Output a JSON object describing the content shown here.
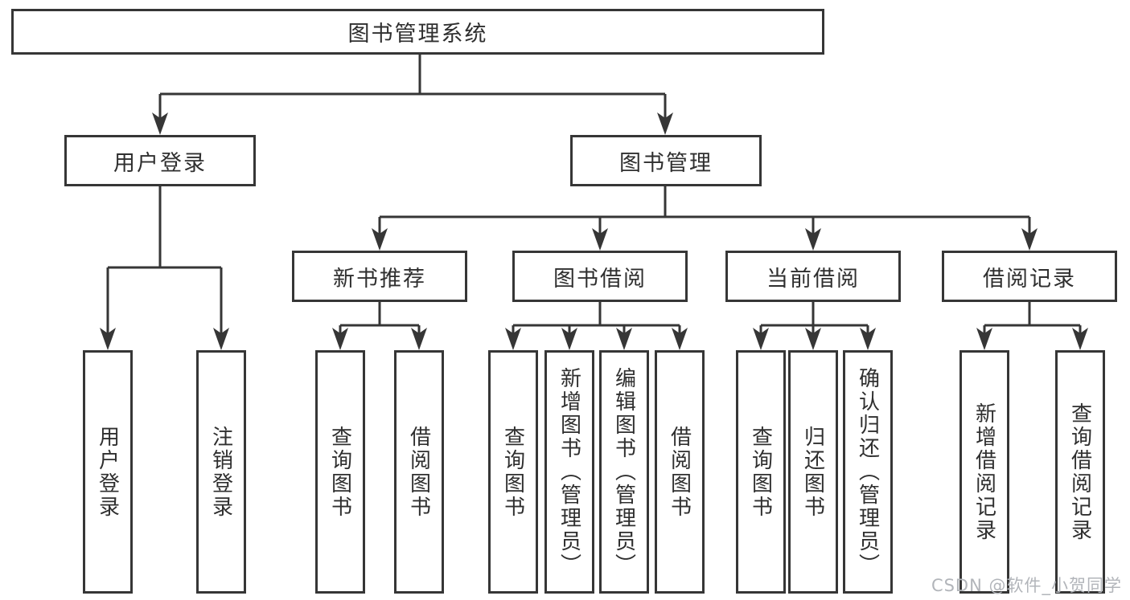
{
  "diagram": {
    "title_node": "图书管理系统",
    "level2": {
      "user_login": "用户登录",
      "book_mgmt": "图书管理"
    },
    "level3": {
      "new_book_rec": "新书推荐",
      "book_borrow": "图书借阅",
      "current_borrow": "当前借阅",
      "borrow_records": "借阅记录"
    },
    "leaves": {
      "user_login": "用户登录",
      "logout": "注销登录",
      "nb_query": "查询图书",
      "nb_borrow": "借阅图书",
      "bb_query": "查询图书",
      "bb_add": "新增图书（管理员）",
      "bb_edit": "编辑图书（管理员）",
      "bb_borrow": "借阅图书",
      "cb_query": "查询图书",
      "cb_return": "归还图书",
      "cb_confirm": "确认归还（管理员）",
      "br_add": "新增借阅记录",
      "br_query": "查询借阅记录"
    }
  },
  "watermark": {
    "text": "CSDN @软件_小贺同学",
    "color": "#b2b5ba"
  },
  "colors": {
    "line": "#363636",
    "node_border": "#363636",
    "node_text": "#2f2f2f",
    "background": "#ffffff"
  }
}
